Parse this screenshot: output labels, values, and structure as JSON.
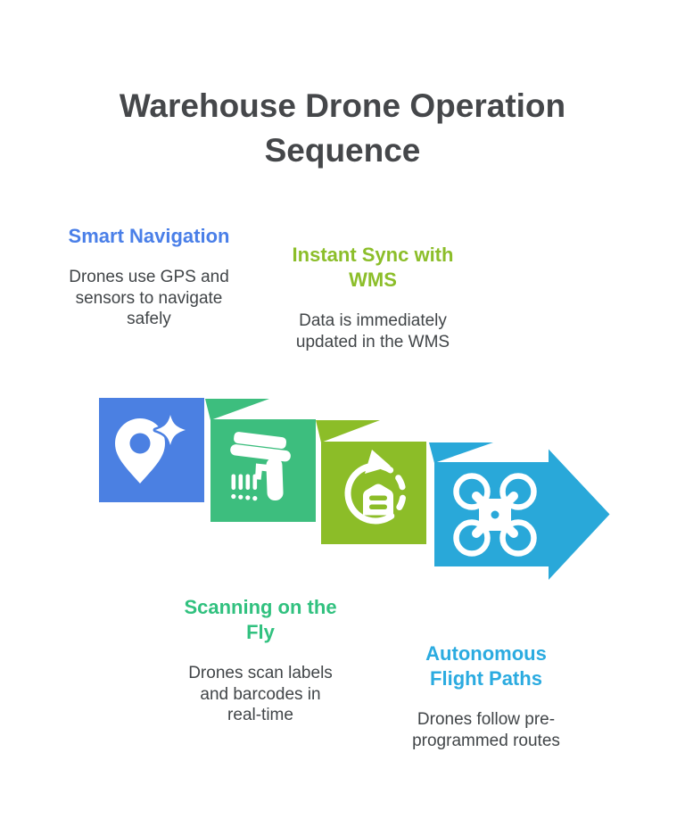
{
  "title": "Warehouse Drone Operation\nSequence",
  "title_color": "#45474A",
  "body_text_color": "#414548",
  "background_color": "#FFFFFF",
  "icon_color": "#FFFFFF",
  "steps": [
    {
      "heading": "Smart Navigation",
      "description": "Drones use GPS and\nsensors to navigate\nsafely",
      "heading_color": "#4A7FE8",
      "square_color": "#4B80E2",
      "icon": "location-pin-sparkle"
    },
    {
      "heading": "Scanning on the\nFly",
      "description": "Drones scan labels\nand barcodes in\nreal-time",
      "heading_color": "#31C17F",
      "square_color": "#3DBE7E",
      "icon": "barcode-scanner"
    },
    {
      "heading": "Instant Sync with\nWMS",
      "description": "Data is immediately\nupdated in the WMS",
      "heading_color": "#8CBE2A",
      "square_color": "#8CBD28",
      "icon": "sync-warehouse"
    },
    {
      "heading": "Autonomous\nFlight Paths",
      "description": "Drones follow pre-\nprogrammed routes",
      "heading_color": "#2BABE0",
      "square_color": "#29A8D9",
      "icon": "quadcopter-drone"
    }
  ]
}
